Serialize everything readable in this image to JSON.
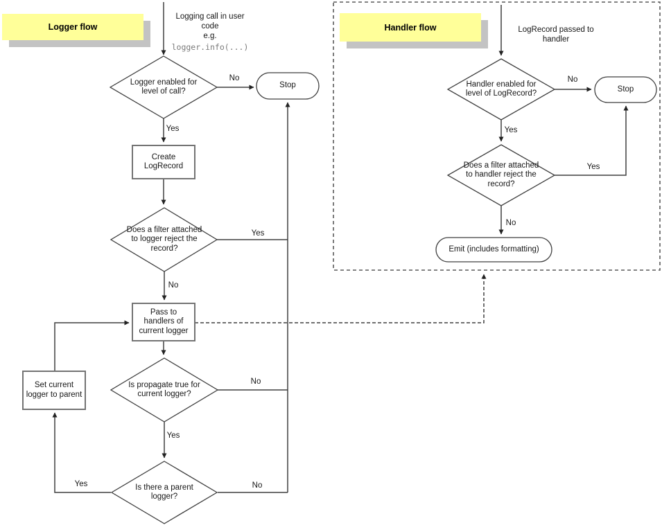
{
  "colors": {
    "note_bg": "#ffff99",
    "note_shadow": "#c3c3c3",
    "line": "#3f3f3f",
    "rect_border": "#737373",
    "code_text": "#7a7a7a"
  },
  "logger_flow": {
    "title": "Logger flow",
    "entry_text": "Logging call in user\ncode\ne.g.",
    "entry_code": "logger.info(...)",
    "nodes": {
      "level_check": "Logger enabled for\nlevel of call?",
      "stop": "Stop",
      "create_logrecord": "Create\nLogRecord",
      "filter_check": "Does a filter attached\nto logger reject the\nrecord?",
      "pass_to_handlers": "Pass to\nhandlers of\ncurrent logger",
      "propagate_check": "Is propagate true for\ncurrent logger?",
      "parent_check": "Is there a parent\nlogger?",
      "set_current_logger": "Set current\nlogger to parent"
    },
    "labels": {
      "level_no": "No",
      "level_yes": "Yes",
      "filter_yes": "Yes",
      "filter_no": "No",
      "propagate_no": "No",
      "propagate_yes": "Yes",
      "parent_no": "No",
      "parent_yes": "Yes"
    }
  },
  "handler_flow": {
    "title": "Handler flow",
    "entry_text": "LogRecord passed to\nhandler",
    "nodes": {
      "level_check": "Handler enabled for\nlevel of LogRecord?",
      "stop": "Stop",
      "filter_check": "Does a filter attached\nto handler reject the\nrecord?",
      "emit": "Emit (includes formatting)"
    },
    "labels": {
      "level_no": "No",
      "level_yes": "Yes",
      "filter_yes": "Yes",
      "filter_no": "No"
    }
  }
}
